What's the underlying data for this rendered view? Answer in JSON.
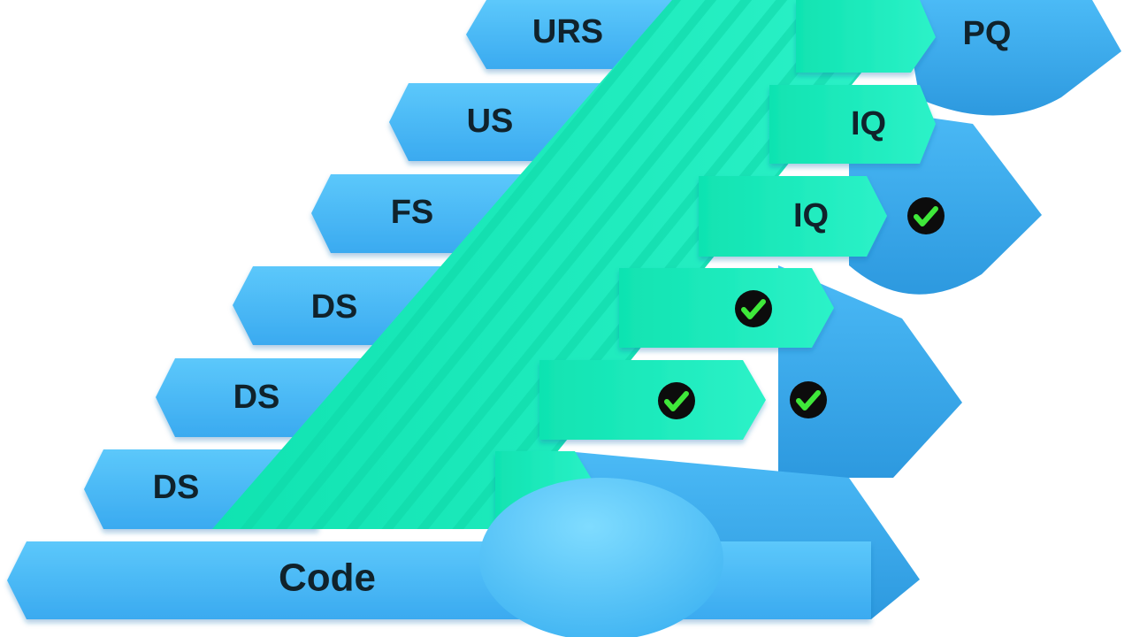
{
  "diagram": {
    "left_labels": [
      "URS",
      "US",
      "FS",
      "DS",
      "DS",
      "DS",
      "Code"
    ],
    "right_labels": [
      "PQ",
      "IQ",
      "IQ"
    ],
    "check_count": 4,
    "colors": {
      "blue_light": "#5cc8fb",
      "blue_mid": "#41b3f2",
      "blue_dark": "#2e9be0",
      "green": "#12e8b6",
      "green_light": "#33f0c6",
      "check_fill": "#0c0c0c",
      "check_mark": "#3fe83a",
      "text": "#10222b"
    }
  }
}
